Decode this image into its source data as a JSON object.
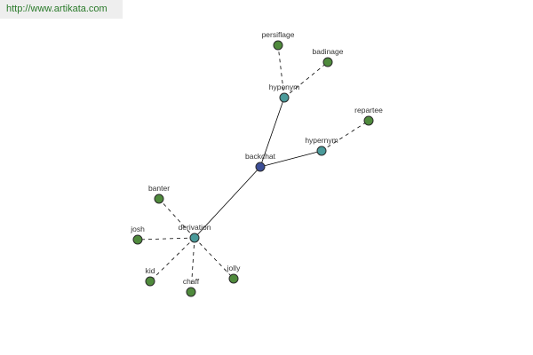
{
  "site": {
    "url_text": "http://www.artikata.com"
  },
  "colors": {
    "root": "#3c4e96",
    "relation": "#4a9a9a",
    "leaf": "#4f8a3c",
    "edge": "#000000",
    "url_text": "#2a7a2a"
  },
  "graph": {
    "nodes": [
      {
        "id": "backchat",
        "label": "backchat",
        "kind": "root"
      },
      {
        "id": "hyponym",
        "label": "hyponym",
        "kind": "relation"
      },
      {
        "id": "hypernym",
        "label": "hypernym",
        "kind": "relation"
      },
      {
        "id": "derivation",
        "label": "derivation",
        "kind": "relation"
      },
      {
        "id": "persiflage",
        "label": "persiflage",
        "kind": "leaf"
      },
      {
        "id": "badinage",
        "label": "badinage",
        "kind": "leaf"
      },
      {
        "id": "repartee",
        "label": "repartee",
        "kind": "leaf"
      },
      {
        "id": "banter",
        "label": "banter",
        "kind": "leaf"
      },
      {
        "id": "josh",
        "label": "josh",
        "kind": "leaf"
      },
      {
        "id": "kid",
        "label": "kid",
        "kind": "leaf"
      },
      {
        "id": "chaff",
        "label": "chaff",
        "kind": "leaf"
      },
      {
        "id": "jolly",
        "label": "jolly",
        "kind": "leaf"
      }
    ],
    "edges": [
      {
        "from": "backchat",
        "to": "hyponym",
        "style": "solid"
      },
      {
        "from": "backchat",
        "to": "hypernym",
        "style": "solid"
      },
      {
        "from": "backchat",
        "to": "derivation",
        "style": "solid"
      },
      {
        "from": "hyponym",
        "to": "persiflage",
        "style": "dashed"
      },
      {
        "from": "hyponym",
        "to": "badinage",
        "style": "dashed"
      },
      {
        "from": "hypernym",
        "to": "repartee",
        "style": "dashed"
      },
      {
        "from": "derivation",
        "to": "banter",
        "style": "dashed"
      },
      {
        "from": "derivation",
        "to": "josh",
        "style": "dashed"
      },
      {
        "from": "derivation",
        "to": "kid",
        "style": "dashed"
      },
      {
        "from": "derivation",
        "to": "chaff",
        "style": "dashed"
      },
      {
        "from": "derivation",
        "to": "jolly",
        "style": "dashed"
      }
    ]
  }
}
